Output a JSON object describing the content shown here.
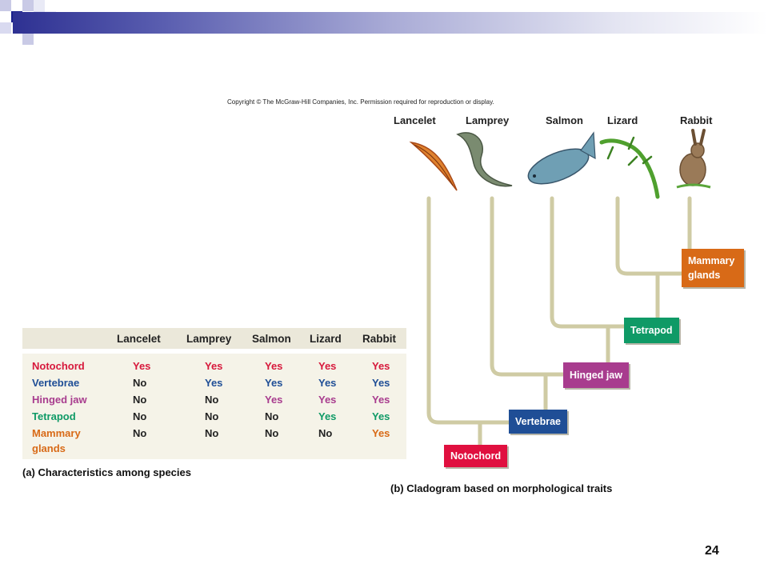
{
  "slide": {
    "copyright": "Copyright © The McGraw-Hill Companies, Inc. Permission required for reproduction or display.",
    "page_number": "24"
  },
  "species": [
    "Lancelet",
    "Lamprey",
    "Salmon",
    "Lizard",
    "Rabbit"
  ],
  "table": {
    "caption": "(a) Characteristics among species",
    "rows": [
      {
        "label": "Notochord",
        "values": [
          "Yes",
          "Yes",
          "Yes",
          "Yes",
          "Yes"
        ],
        "color": "#d7193c"
      },
      {
        "label": "Vertebrae",
        "values": [
          "No",
          "Yes",
          "Yes",
          "Yes",
          "Yes"
        ],
        "color": "#1f4e96"
      },
      {
        "label": "Hinged jaw",
        "values": [
          "No",
          "No",
          "Yes",
          "Yes",
          "Yes"
        ],
        "color": "#a83c8e"
      },
      {
        "label": "Tetrapod",
        "values": [
          "No",
          "No",
          "No",
          "Yes",
          "Yes"
        ],
        "color": "#0f9a66"
      },
      {
        "label_lines": [
          "Mammary",
          "glands"
        ],
        "values": [
          "No",
          "No",
          "No",
          "No",
          "Yes"
        ],
        "color": "#d86a17"
      }
    ]
  },
  "cladogram": {
    "caption": "(b) Cladogram based on morphological traits",
    "traits": [
      {
        "label": "Notochord",
        "color": "#e0103f"
      },
      {
        "label": "Vertebrae",
        "color": "#1f4e96"
      },
      {
        "label": "Hinged jaw",
        "color": "#a83c8e"
      },
      {
        "label": "Tetrapod",
        "color": "#0f9a66"
      },
      {
        "label_lines": [
          "Mammary",
          "glands"
        ],
        "color": "#d86a17"
      }
    ],
    "branch_color": "#cfcba4"
  }
}
